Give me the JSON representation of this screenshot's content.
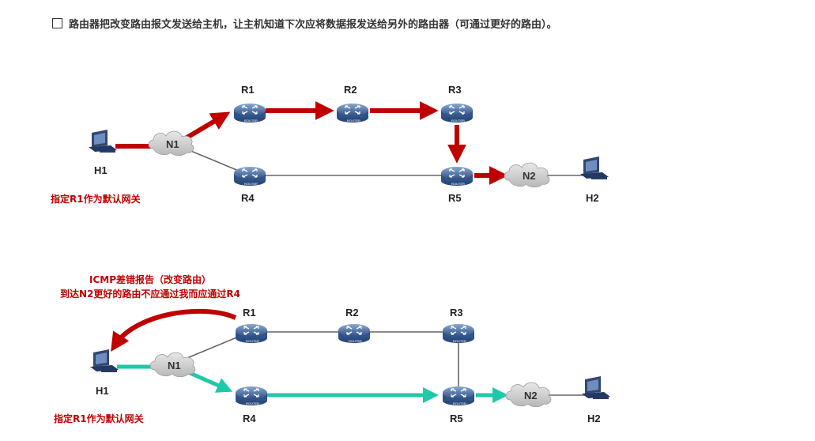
{
  "header": {
    "text": "路由器把改变路由报文发送给主机，让主机知道下次应将数据报发送给另外的路由器（可通过更好的路由）。"
  },
  "router_badge": "ROUTER",
  "diagram1": {
    "routers": {
      "r1": "R1",
      "r2": "R2",
      "r3": "R3",
      "r4": "R4",
      "r5": "R5"
    },
    "hosts": {
      "h1": "H1",
      "h2": "H2"
    },
    "networks": {
      "n1": "N1",
      "n2": "N2"
    },
    "note": "指定R1作为默认网关",
    "path_color": "#c00000"
  },
  "diagram2": {
    "routers": {
      "r1": "R1",
      "r2": "R2",
      "r3": "R3",
      "r4": "R4",
      "r5": "R5"
    },
    "hosts": {
      "h1": "H1",
      "h2": "H2"
    },
    "networks": {
      "n1": "N1",
      "n2": "N2"
    },
    "icmp_line1": "ICMP差错报告（改变路由）",
    "icmp_line2": "到达N2更好的路由不应通过我而应通过R4",
    "note": "指定R1作为默认网关",
    "redirect_color": "#c00000",
    "path_color": "#1fc8a8"
  }
}
